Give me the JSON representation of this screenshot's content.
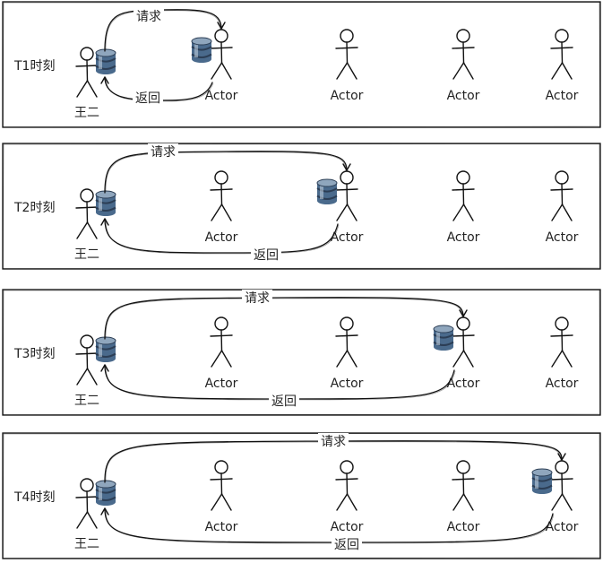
{
  "diagram": {
    "panels": [
      {
        "label": "T1时刻",
        "person": "王二",
        "request": "请求",
        "response": "返回",
        "actors": [
          "Actor",
          "Actor",
          "Actor",
          "Actor"
        ],
        "db_at_actor": 1
      },
      {
        "label": "T2时刻",
        "person": "王二",
        "request": "请求",
        "response": "返回",
        "actors": [
          "Actor",
          "Actor",
          "Actor",
          "Actor"
        ],
        "db_at_actor": 2
      },
      {
        "label": "T3时刻",
        "person": "王二",
        "request": "请求",
        "response": "返回",
        "actors": [
          "Actor",
          "Actor",
          "Actor",
          "Actor"
        ],
        "db_at_actor": 3
      },
      {
        "label": "T4时刻",
        "person": "王二",
        "request": "请求",
        "response": "返回",
        "actors": [
          "Actor",
          "Actor",
          "Actor",
          "Actor"
        ],
        "db_at_actor": 4
      }
    ],
    "icons": {
      "person": "stick-figure-icon",
      "database": "database-icon"
    },
    "colors": {
      "border": "#111111",
      "db_top": "#8fa6bd",
      "db_body": "#4a6a8c",
      "db_band": "#2c3e55",
      "db_shine": "#c8d6e4"
    }
  }
}
